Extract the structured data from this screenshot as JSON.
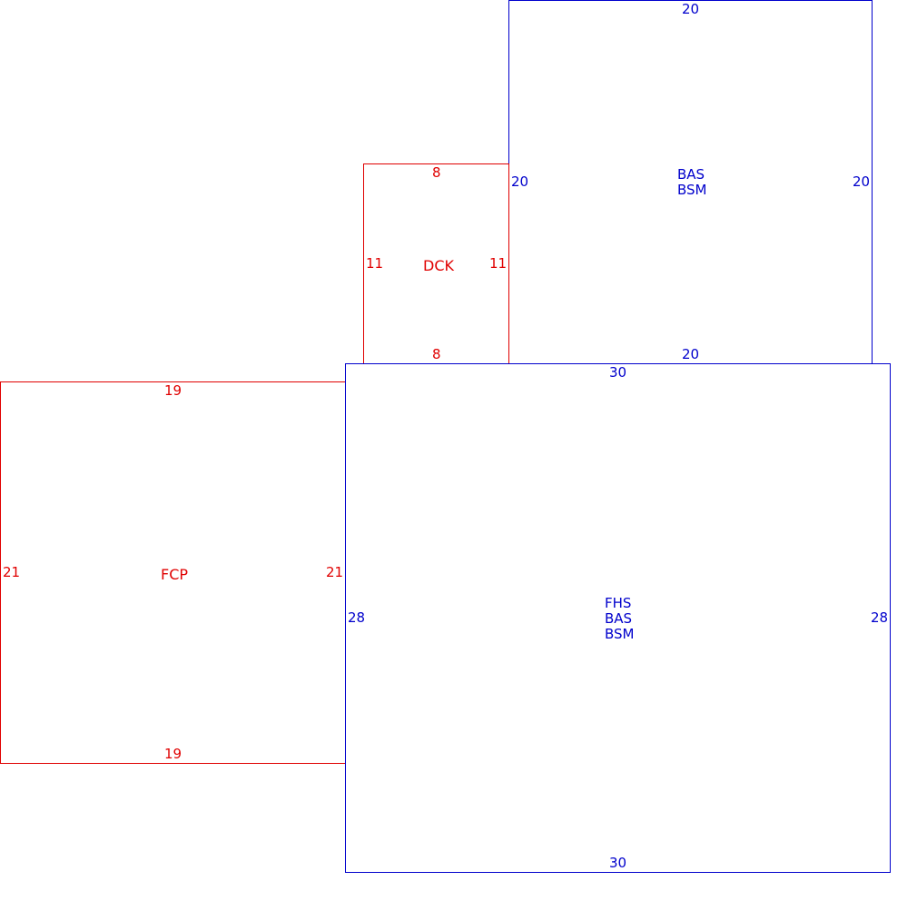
{
  "colors": {
    "red": "#e00000",
    "blue": "#0000cc"
  },
  "areas": {
    "upper_blue": {
      "labels": [
        "BAS",
        "BSM"
      ],
      "top": "20",
      "bottom": "20",
      "left": "20",
      "right": "20"
    },
    "dck": {
      "label": "DCK",
      "top": "8",
      "bottom": "8",
      "left": "11",
      "right": "11"
    },
    "fcp": {
      "label": "FCP",
      "top": "19",
      "bottom": "19",
      "left": "21",
      "right": "21"
    },
    "main_blue": {
      "labels": [
        "FHS",
        "BAS",
        "BSM"
      ],
      "top": "30",
      "bottom": "30",
      "left": "28",
      "right": "28"
    }
  }
}
